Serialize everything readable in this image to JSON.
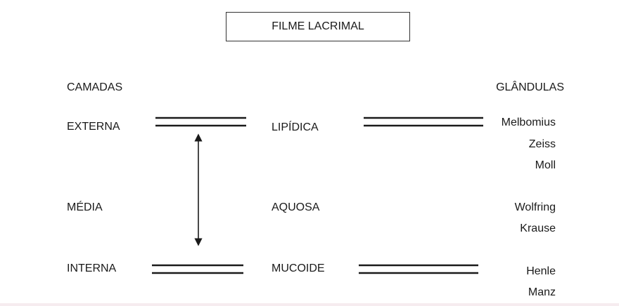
{
  "title": "FILME LACRIMAL",
  "headers": {
    "layers": "CAMADAS",
    "glands": "GLÂNDULAS"
  },
  "layers": [
    "EXTERNA",
    "MÉDIA",
    "INTERNA"
  ],
  "types": [
    "LIPÍDICA",
    "AQUOSA",
    "MUCOIDE"
  ],
  "glands": {
    "lipidica": [
      "Melbomius",
      "Zeiss",
      "Moll"
    ],
    "aquosa": [
      "Wolfring",
      "Krause"
    ],
    "mucoide": [
      "Henle",
      "Manz"
    ]
  },
  "colors": {
    "line": "#1a1a1a",
    "text": "#1a1a1a"
  }
}
